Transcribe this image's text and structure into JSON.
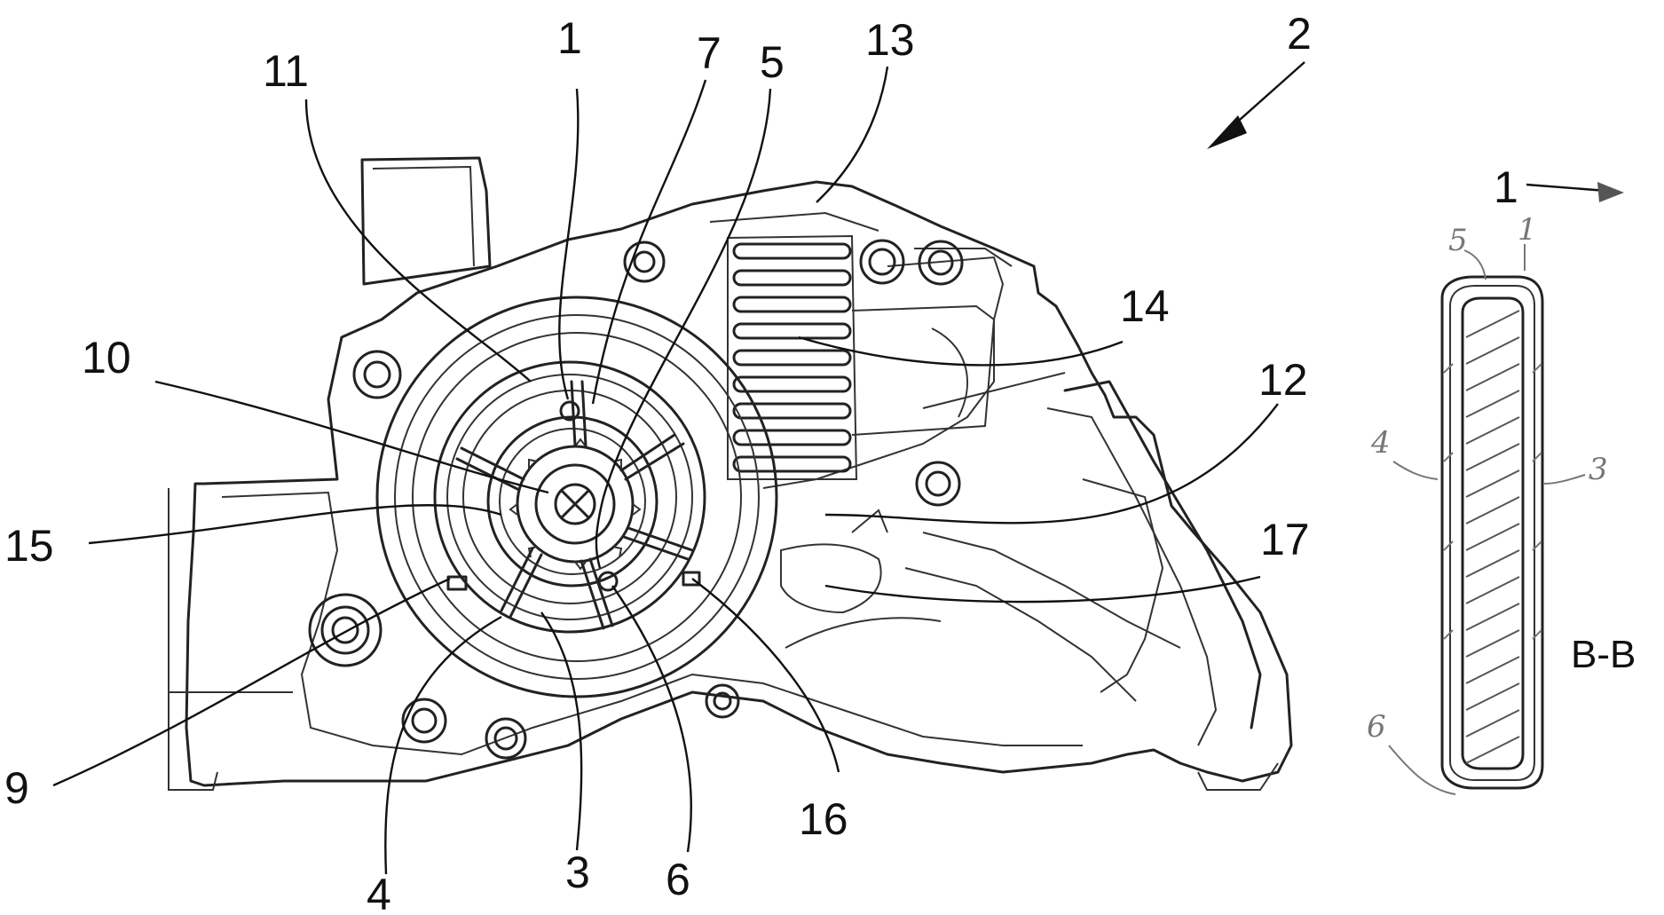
{
  "figure": {
    "labels": {
      "l1": "1",
      "l2": "2",
      "l3": "3",
      "l4": "4",
      "l5": "5",
      "l6": "6",
      "l7": "7",
      "l9": "9",
      "l10": "10",
      "l11": "11",
      "l12": "12",
      "l13": "13",
      "l14": "14",
      "l15": "15",
      "l16": "16",
      "l17": "17"
    },
    "section": {
      "ref": "1",
      "title": "B-B",
      "l3": "3",
      "l4": "4",
      "l5": "5",
      "l6": "6",
      "l1": "1"
    }
  }
}
